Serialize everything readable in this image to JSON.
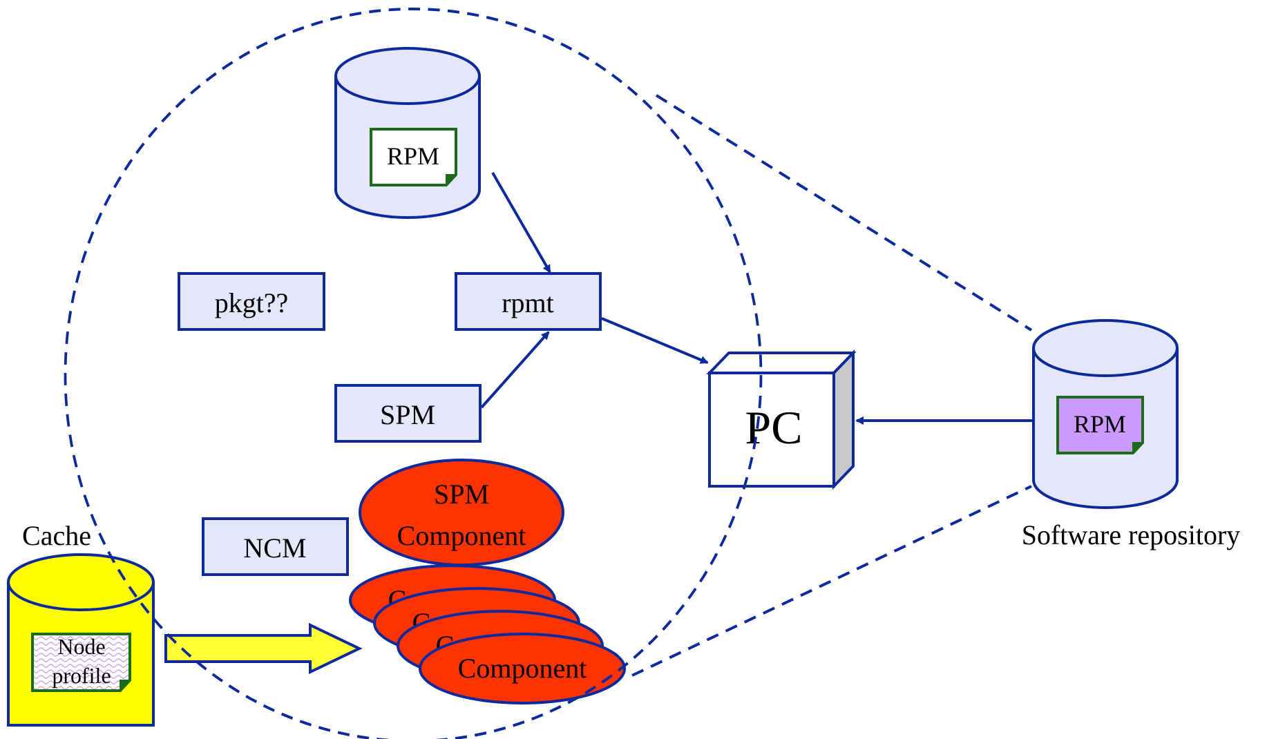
{
  "nodes": {
    "rpm_top_doc": "RPM",
    "rpmt": "rpmt",
    "pkgt": "pkgt??",
    "spm": "SPM",
    "ncm": "NCM",
    "pc": "PC",
    "spm_component_line1": "SPM",
    "spm_component_line2": "Component",
    "component_1": "Component",
    "component_2": "Component",
    "component_3": "Component",
    "component_4": "Component",
    "cache_label": "Cache",
    "node_profile_line1": "Node",
    "node_profile_line2": "profile",
    "repo_rpm_doc": "RPM",
    "software_repository_label": "Software repository"
  },
  "colors": {
    "stroke": "#0d2a9c",
    "box_fill": "#e6e6fb",
    "doc_border": "#1b6b1b",
    "component_fill": "#ff3300",
    "cache_fill": "#ffff00",
    "repo_rpm_fill": "#cc99ff",
    "pc_side": "#c8c8c8",
    "arrow_fill": "#ffff33"
  }
}
